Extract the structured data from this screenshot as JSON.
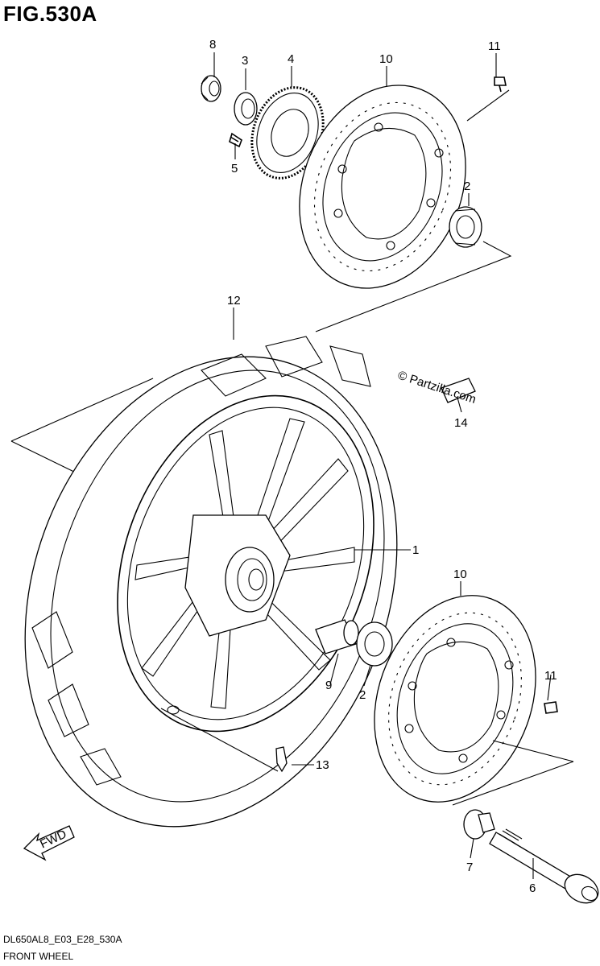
{
  "figure": {
    "title": "FIG.530A",
    "code": "DL650AL8_E03_E28_530A",
    "name": "FRONT WHEEL"
  },
  "watermark": "© Partzilla.com",
  "fwd_label": "FWD",
  "callouts": [
    "8",
    "3",
    "4",
    "10",
    "11",
    "5",
    "2",
    "12",
    "14",
    "1",
    "10",
    "2",
    "9",
    "11",
    "13",
    "7",
    "6"
  ]
}
